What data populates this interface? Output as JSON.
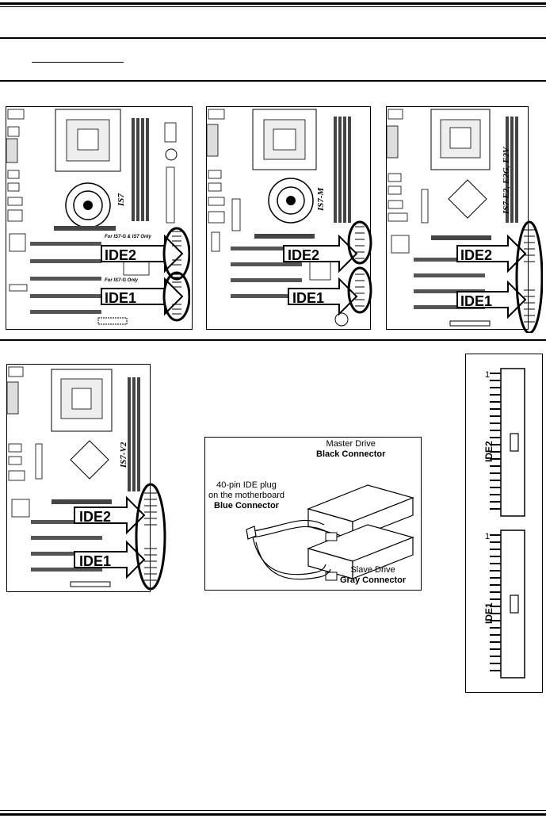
{
  "header": {
    "underlined_text": ""
  },
  "boards": {
    "is7": {
      "model": "IS7",
      "note_ide2": "For IS7-G & IS7 Only",
      "note_ide1": "For IS7-G Only",
      "ide2": "IDE2",
      "ide1": "IDE1"
    },
    "is7m": {
      "model": "IS7-M",
      "ide2": "IDE2",
      "ide1": "IDE1"
    },
    "is7e2": {
      "model": "IS7-E2, E2G, E2V",
      "ide2": "IDE2",
      "ide1": "IDE1"
    },
    "is7v2": {
      "model": "IS7-V2",
      "ide2": "IDE2",
      "ide1": "IDE1"
    }
  },
  "drive_diagram": {
    "master_line1": "Master Drive",
    "master_line2": "Black Connector",
    "plug_line1": "40-pin IDE plug",
    "plug_line2": "on the motherboard",
    "plug_line3": "Blue Connector",
    "slave_line1": "Slave Drive",
    "slave_line2": "Gray Connector"
  },
  "connector_diagram": {
    "top_label": "IDE2",
    "bottom_label": "IDE1",
    "pin_top": "1",
    "pin_bottom": "1"
  },
  "colors": {
    "ink": "#000000",
    "paper": "#ffffff",
    "board_gray": "#e8e8e8"
  }
}
